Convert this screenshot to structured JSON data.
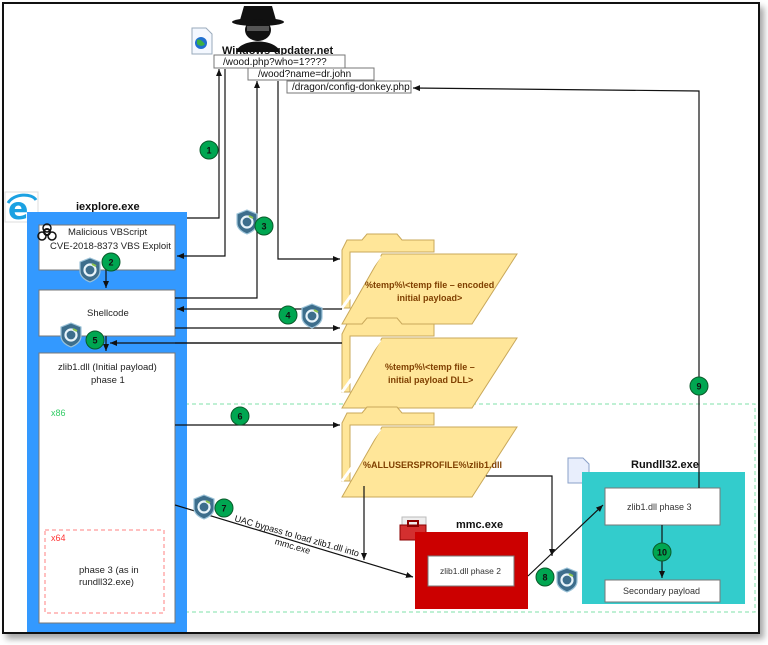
{
  "c2": {
    "domain": "Windows-updater.net",
    "urls": [
      "/wood.php?who=1????",
      "/wood?name=dr.john",
      "/dragon/config-donkey.php"
    ]
  },
  "iexplore": {
    "title": "iexplore.exe",
    "vbscript_line1": "Malicious VBScript",
    "vbscript_line2": "CVE-2018-8373 VBS Exploit",
    "shellcode": "Shellcode",
    "zlib_line1": "zlib1.dll (Initial payload)",
    "zlib_line2": "phase 1",
    "x86_label": "x86",
    "x64_label": "x64",
    "phase3_line1": "phase 3 (as in",
    "phase3_line2": "rundll32.exe)"
  },
  "folders": [
    {
      "line1": "%temp%\\<temp file – encoded",
      "line2": "initial payload>"
    },
    {
      "line1": "%temp%\\<temp file –",
      "line2": "initial payload DLL>"
    },
    {
      "line1": "%ALLUSERSPROFILE%\\zlib1.dll",
      "line2": ""
    }
  ],
  "mmc": {
    "title": "mmc.exe",
    "box": "zlib1.dll phase 2"
  },
  "rundll": {
    "title": "Rundll32.exe",
    "box1": "zlib1.dll phase 3",
    "box2": "Secondary payload"
  },
  "uac_label_line1": "UAC bypass to load zlib1.dll into",
  "uac_label_line2": "mmc.exe",
  "steps": [
    "1",
    "2",
    "3",
    "4",
    "5",
    "6",
    "7",
    "8",
    "9",
    "10"
  ],
  "colors": {
    "iexplore_blue": "#3399ff",
    "mmc_red": "#cc0000",
    "rundll_teal": "#33cccc",
    "folder_fill": "#ffe699",
    "folder_text": "#7f3f00",
    "step_green": "#00a651",
    "x86_green": "#33cc66",
    "x64_red": "#ff3333",
    "dashed_green": "#99e6bb"
  }
}
